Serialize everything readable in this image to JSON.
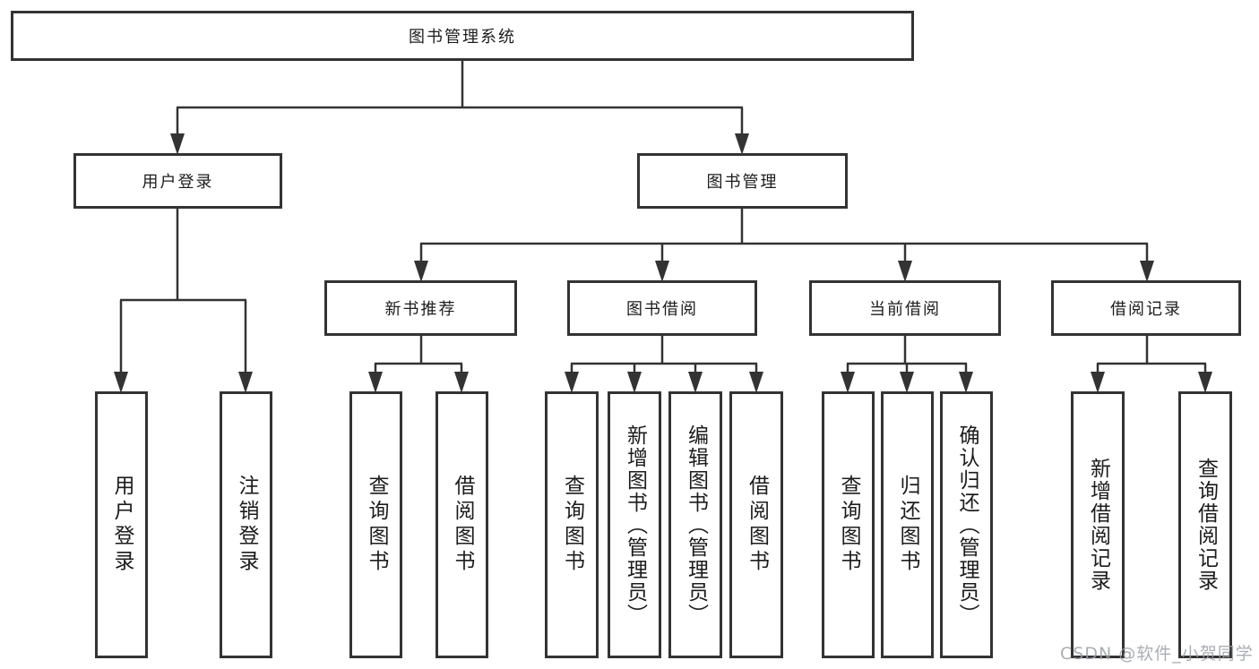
{
  "diagram": {
    "root": {
      "label": "图书管理系统"
    },
    "level2": [
      {
        "label": "用户登录"
      },
      {
        "label": "图书管理"
      }
    ],
    "level3": [
      {
        "label": "新书推荐"
      },
      {
        "label": "图书借阅"
      },
      {
        "label": "当前借阅"
      },
      {
        "label": "借阅记录"
      }
    ],
    "leaves": {
      "user": [
        {
          "label": "用户登录"
        },
        {
          "label": "注销登录"
        }
      ],
      "recommend": [
        {
          "label": "查询图书"
        },
        {
          "label": "借阅图书"
        }
      ],
      "borrow": [
        {
          "label": "查询图书"
        },
        {
          "label": "新增图书（管理员）"
        },
        {
          "label": "编辑图书（管理员）"
        },
        {
          "label": "借阅图书"
        }
      ],
      "current": [
        {
          "label": "查询图书"
        },
        {
          "label": "归还图书"
        },
        {
          "label": "确认归还（管理员）"
        }
      ],
      "record": [
        {
          "label": "新增借阅记录"
        },
        {
          "label": "查询借阅记录"
        }
      ]
    },
    "watermark": "CSDN @软件_小贺同学",
    "colors": {
      "line": "#333333",
      "text": "#1c1c1c",
      "background": "#ffffff",
      "watermark": "#9ba0a6"
    }
  }
}
